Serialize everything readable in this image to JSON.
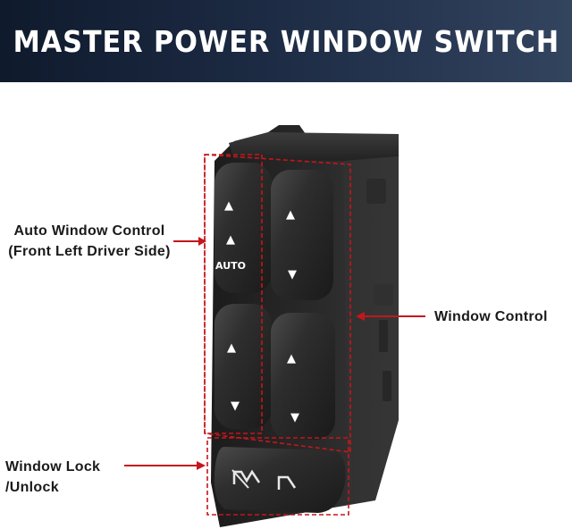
{
  "banner": {
    "title": "MASTER POWER WINDOW SWITCH"
  },
  "callouts": {
    "auto_window": "Auto Window Control (Front Left Driver Side)",
    "window_control": "Window Control",
    "window_lock": "Window Lock /Unlock"
  },
  "switch": {
    "auto_label": "AUTO",
    "up_arrow": "▲",
    "down_arrow": "▼"
  },
  "colors": {
    "callout_red": "#c4161c",
    "banner_dark": "#0f1a2c",
    "switch_body": "#262626"
  }
}
